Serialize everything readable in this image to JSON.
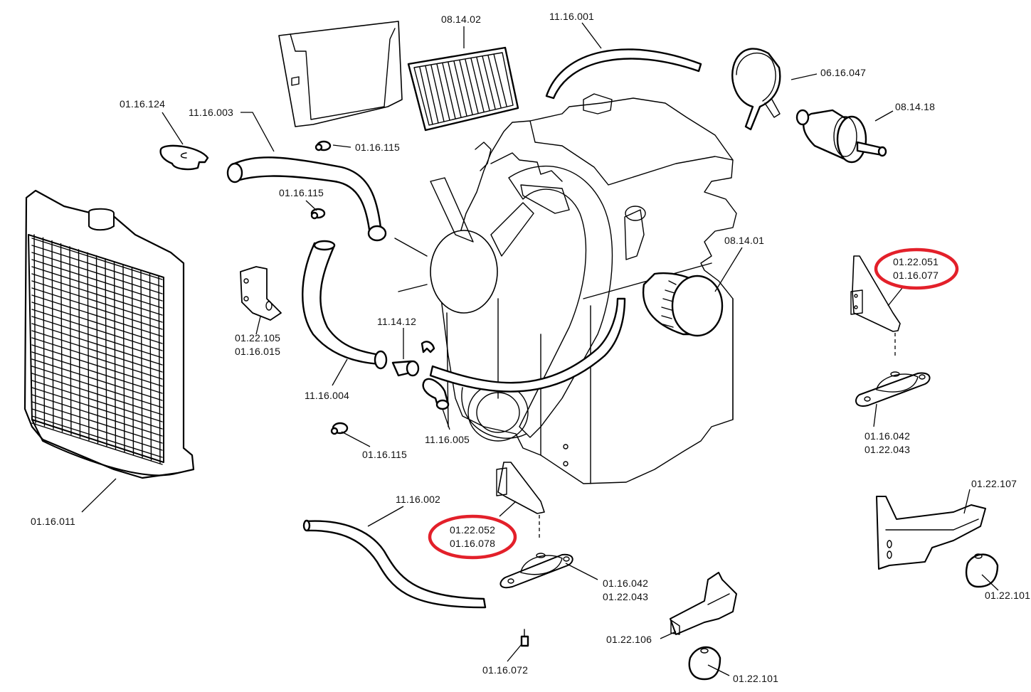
{
  "diagram": {
    "title": "Engine cooling, filters and mounts exploded parts diagram",
    "highlight_color": "#e3202a",
    "line_color": "#000000",
    "background": "#ffffff"
  },
  "parts": [
    {
      "id": "air-filter-cover",
      "component": "air filter housing cover",
      "codes": []
    },
    {
      "id": "p-08-14-02",
      "component": "air filter element",
      "codes": [
        "08.14.02"
      ]
    },
    {
      "id": "p-11-16-001",
      "component": "hose",
      "codes": [
        "11.16.001"
      ]
    },
    {
      "id": "p-06-16-047",
      "component": "hose clamp",
      "codes": [
        "06.16.047"
      ]
    },
    {
      "id": "p-08-14-18",
      "component": "fuel filter",
      "codes": [
        "08.14.18"
      ]
    },
    {
      "id": "p-01-16-124",
      "component": "radiator cap",
      "codes": [
        "01.16.124"
      ]
    },
    {
      "id": "p-11-16-003",
      "component": "upper radiator hose",
      "codes": [
        "11.16.003"
      ]
    },
    {
      "id": "p-01-16-115-a",
      "component": "hose clip",
      "codes": [
        "01.16.115"
      ]
    },
    {
      "id": "p-01-16-115-b",
      "component": "hose clip",
      "codes": [
        "01.16.115"
      ]
    },
    {
      "id": "p-01-16-115-c",
      "component": "hose clip",
      "codes": [
        "01.16.115"
      ]
    },
    {
      "id": "p-08-14-01",
      "component": "oil filter",
      "codes": [
        "08.14.01"
      ]
    },
    {
      "id": "p-01-22-051",
      "component": "engine mount bracket (right)",
      "codes": [
        "01.22.051",
        "01.16.077"
      ],
      "highlighted": true
    },
    {
      "id": "p-01-22-105",
      "component": "radiator bracket",
      "codes": [
        "01.22.105",
        "01.16.015"
      ]
    },
    {
      "id": "p-11-14-12",
      "component": "hose connector",
      "codes": [
        "11.14.12"
      ]
    },
    {
      "id": "p-11-16-004",
      "component": "lower radiator hose",
      "codes": [
        "11.16.004"
      ]
    },
    {
      "id": "p-11-16-005",
      "component": "hose elbow",
      "codes": [
        "11.16.005"
      ]
    },
    {
      "id": "p-01-16-042-a",
      "component": "rubber engine mount",
      "codes": [
        "01.16.042",
        "01.22.043"
      ]
    },
    {
      "id": "p-01-16-011",
      "component": "radiator",
      "codes": [
        "01.16.011"
      ]
    },
    {
      "id": "p-11-16-002",
      "component": "hose",
      "codes": [
        "11.16.002"
      ]
    },
    {
      "id": "p-01-22-052",
      "component": "engine mount bracket (left)",
      "codes": [
        "01.22.052",
        "01.16.078"
      ],
      "highlighted": true
    },
    {
      "id": "p-01-16-042-b",
      "component": "rubber engine mount",
      "codes": [
        "01.16.042",
        "01.22.043"
      ]
    },
    {
      "id": "p-01-22-107",
      "component": "rear engine mount bracket",
      "codes": [
        "01.22.107"
      ]
    },
    {
      "id": "p-01-22-101-a",
      "component": "silent block",
      "codes": [
        "01.22.101"
      ]
    },
    {
      "id": "p-01-22-106",
      "component": "engine mount bracket",
      "codes": [
        "01.22.106"
      ]
    },
    {
      "id": "p-01-22-101-b",
      "component": "silent block",
      "codes": [
        "01.22.101"
      ]
    },
    {
      "id": "p-01-16-072",
      "component": "stud / bleed screw",
      "codes": [
        "01.16.072"
      ]
    },
    {
      "id": "engine",
      "component": "engine block",
      "codes": []
    }
  ]
}
